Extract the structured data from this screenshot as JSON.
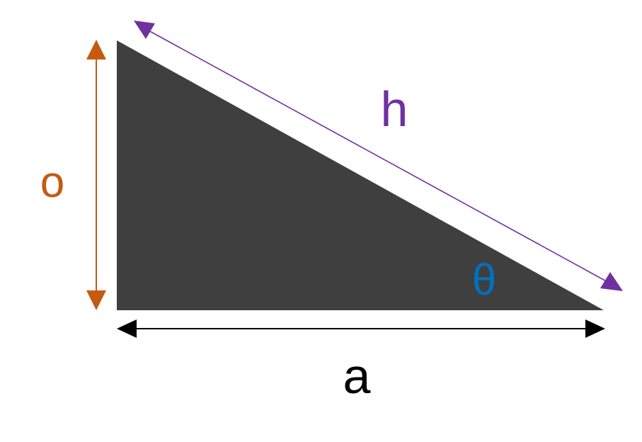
{
  "labels": {
    "opposite": "o",
    "hypotenuse": "h",
    "adjacent": "a",
    "angle": "θ"
  },
  "colors": {
    "triangle_fill": "#3f3f3f",
    "opposite": "#c55a11",
    "hypotenuse": "#7030a0",
    "adjacent": "#000000",
    "angle": "#0070c0",
    "background": "#ffffff"
  }
}
